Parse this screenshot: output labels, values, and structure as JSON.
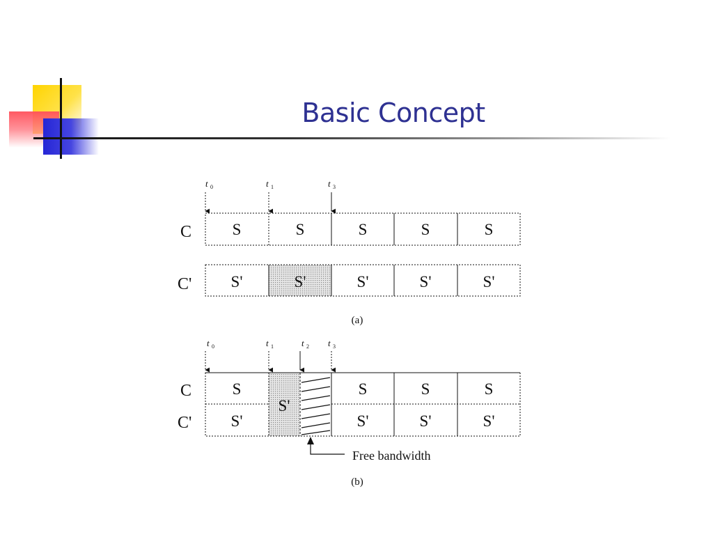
{
  "slide": {
    "title": "Basic Concept"
  },
  "diagram_a": {
    "time_marks": [
      "t",
      "t",
      "t"
    ],
    "time_subscripts": [
      "0",
      "1",
      "3"
    ],
    "row_labels": [
      "C",
      "C'"
    ],
    "row_c_cells": [
      "S",
      "S",
      "S",
      "S",
      "S"
    ],
    "row_cprime_cells": [
      "S'",
      "S'",
      "S'",
      "S'",
      "S'"
    ],
    "shaded_cell_index": 1,
    "caption": "(a)"
  },
  "diagram_b": {
    "time_marks": [
      "t",
      "t",
      "t",
      "t"
    ],
    "time_subscripts": [
      "0",
      "1",
      "2",
      "3"
    ],
    "row_labels": [
      "C",
      "C'"
    ],
    "row_c_cells": [
      "S",
      "S",
      "S",
      "S"
    ],
    "row_cprime_cells": [
      "S'",
      "S'",
      "S'",
      "S'"
    ],
    "merged_cell_label": "S'",
    "free_bandwidth_label": "Free bandwidth",
    "caption": "(b)"
  },
  "colors": {
    "title": "#2e3192",
    "shade": "#cfcfcf"
  }
}
